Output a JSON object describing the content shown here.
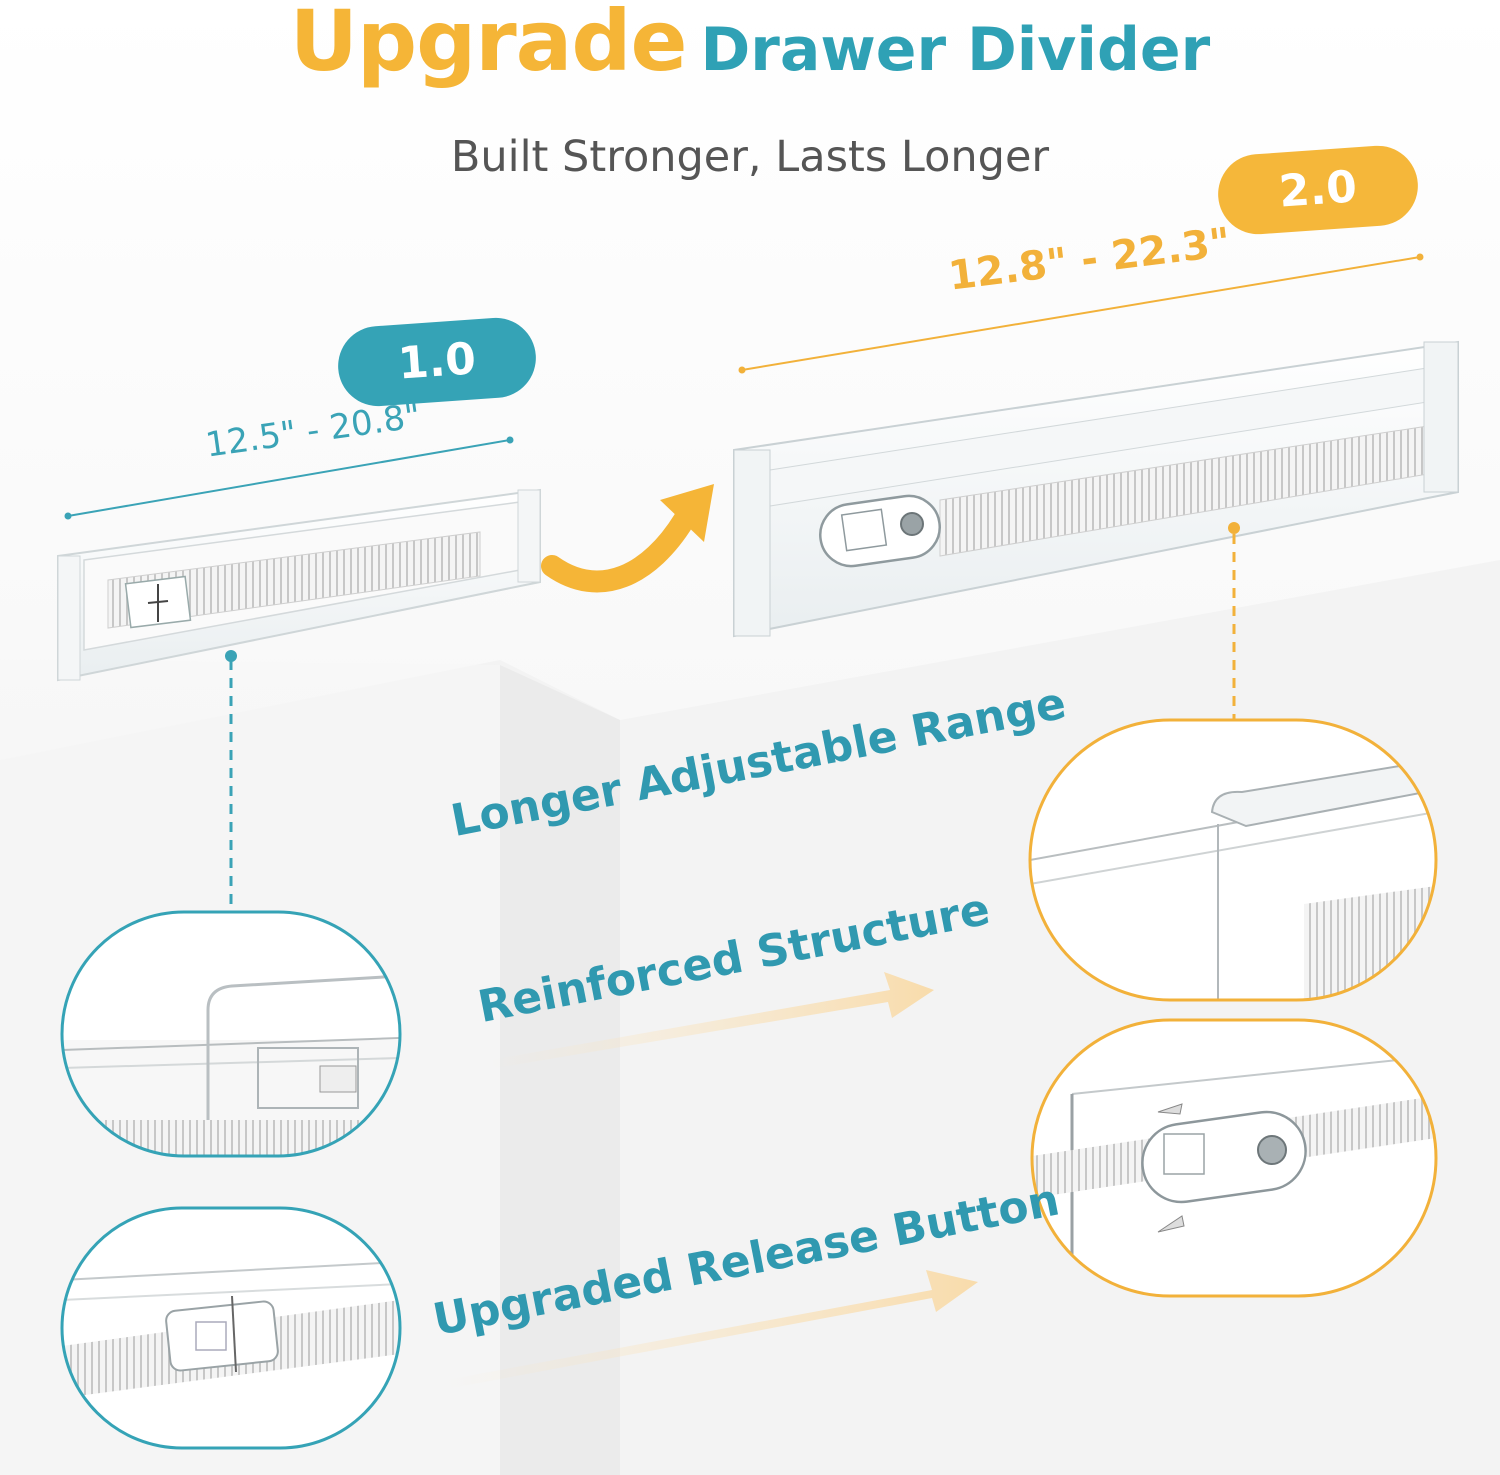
{
  "header": {
    "title_highlight": "Upgrade",
    "title_rest": "Drawer Divider",
    "subtitle": "Built Stronger, Lasts Longer"
  },
  "versions": {
    "v1": {
      "label": "1.0",
      "range": "12.5\" - 20.8\""
    },
    "v2": {
      "label": "2.0",
      "range": "12.8\" - 22.3\""
    }
  },
  "features": [
    "Longer Adjustable Range",
    "Reinforced Structure",
    "Upgraded Release Button"
  ],
  "colors": {
    "accent_orange": "#f5b537",
    "accent_teal": "#2fa1b5",
    "subtitle_gray": "#555555"
  }
}
